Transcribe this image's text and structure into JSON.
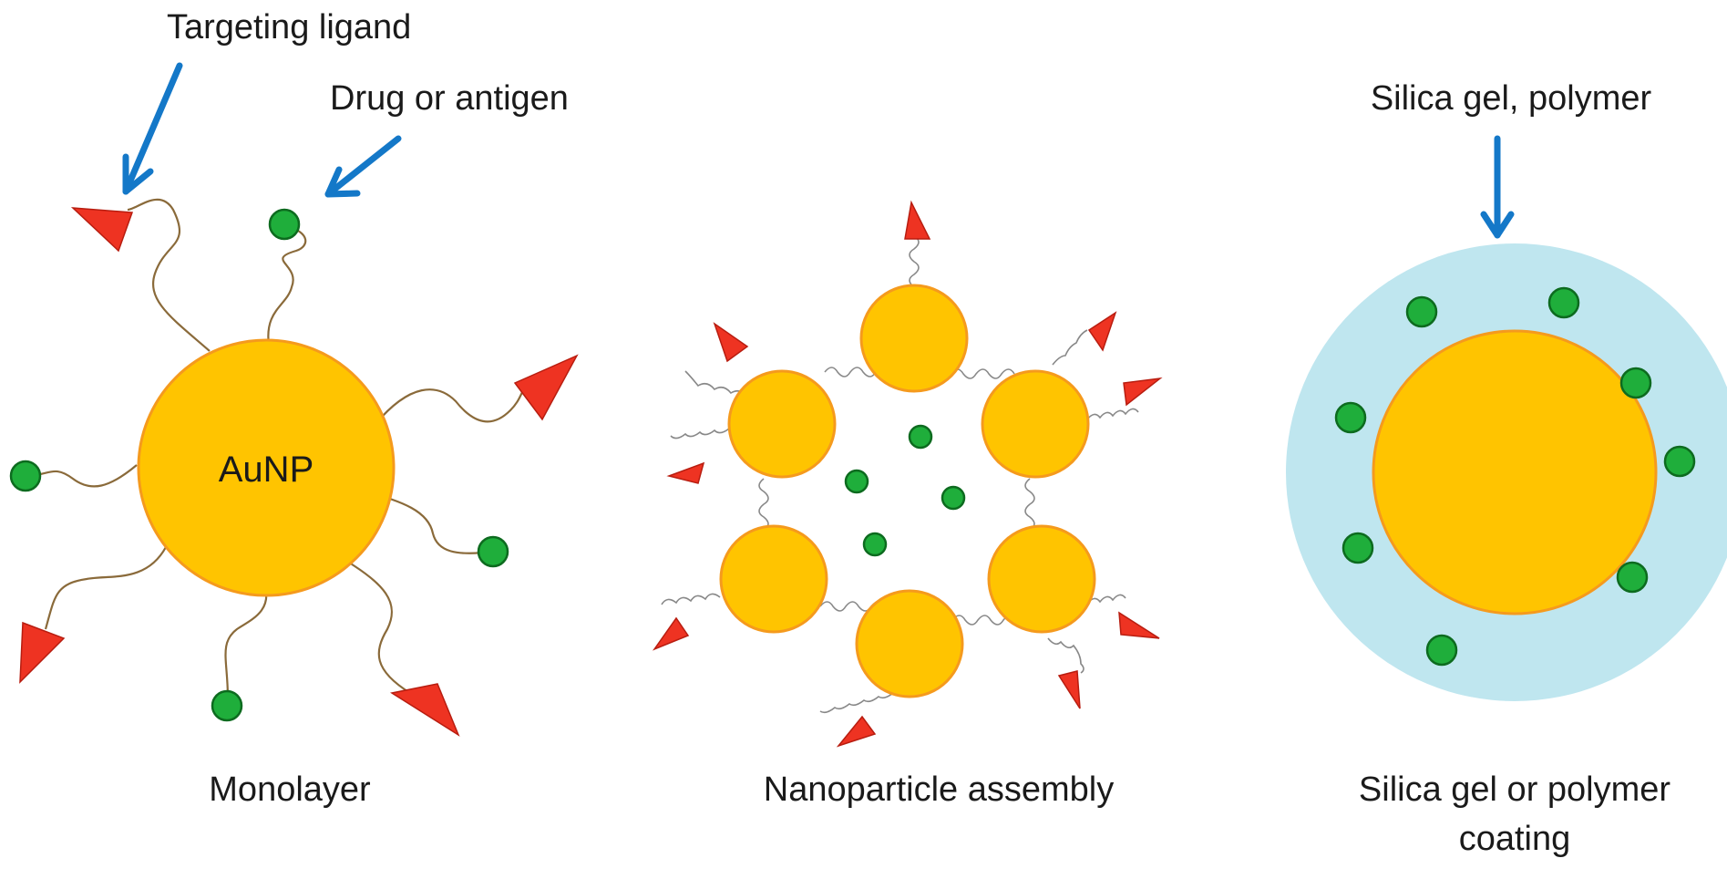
{
  "callouts": {
    "targeting_ligand": "Targeting ligand",
    "drug_or_antigen": "Drug or antigen",
    "silica_gel_polymer": "Silica gel, polymer"
  },
  "core_label": "AuNP",
  "captions": {
    "monolayer": "Monolayer",
    "assembly": "Nanoparticle assembly",
    "coating_line1": "Silica gel or polymer",
    "coating_line2": "coating"
  },
  "colors": {
    "gold_core": "#ffc400",
    "gold_rim": "#f59a1d",
    "drug_bead": "#1fae3b",
    "ligand": "#ee3322",
    "arrow": "#1478c8",
    "coating_shell": "#bfe6ef"
  }
}
